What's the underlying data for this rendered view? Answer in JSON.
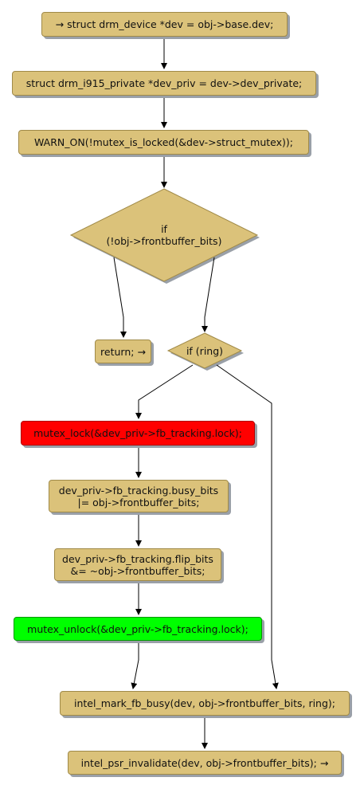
{
  "steps": {
    "s1": "→ struct drm_device *dev = obj->base.dev;",
    "s2": "struct drm_i915_private *dev_priv = dev->dev_private;",
    "s3": "WARN_ON(!mutex_is_locked(&dev->struct_mutex));",
    "d1": "if\n(!obj->frontbuffer_bits)",
    "ret": "return; →",
    "d2": "if (ring)",
    "lock": "mutex_lock(&dev_priv->fb_tracking.lock);",
    "busy": "dev_priv->fb_tracking.busy_bits\n|= obj->frontbuffer_bits;",
    "flip": "dev_priv->fb_tracking.flip_bits\n&= ~obj->frontbuffer_bits;",
    "unlock": "mutex_unlock(&dev_priv->fb_tracking.lock);",
    "mark": "intel_mark_fb_busy(dev, obj->frontbuffer_bits, ring);",
    "psr": "intel_psr_invalidate(dev, obj->frontbuffer_bits); →"
  },
  "colors": {
    "node_fill": "#dbc27a",
    "node_border": "#a08a48",
    "lock_fill": "#ff0000",
    "unlock_fill": "#00ff00",
    "shadow": "#9aa0a8"
  }
}
